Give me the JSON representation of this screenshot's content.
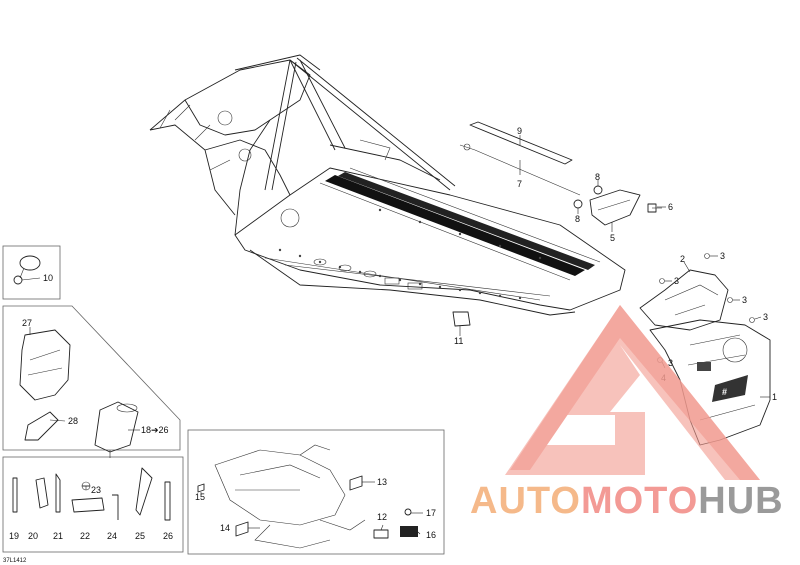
{
  "callouts": {
    "c1": "1",
    "c2": "2",
    "c3": "3",
    "c4": "4",
    "c5": "5",
    "c6": "6",
    "c7": "7",
    "c8": "8",
    "c9": "9",
    "c10": "10",
    "c11": "11",
    "c12": "12",
    "c13": "13",
    "c14": "14",
    "c15": "15",
    "c16": "16",
    "c17": "17",
    "c18": "18➔26",
    "c19": "19",
    "c20": "20",
    "c21": "21",
    "c22": "22",
    "c23": "23",
    "c24": "24",
    "c25": "25",
    "c26": "26",
    "c27": "27",
    "c28": "28"
  },
  "reference_code": "37L1412",
  "watermark": {
    "logo_name": "automotohub-triangle-logo",
    "text_part1": "AUTO",
    "text_part2": "MOTO",
    "text_part3": "HUB",
    "colors": {
      "auto": "#f5b98a",
      "moto": "#f39a95",
      "hub": "#9a9a9a",
      "triangle": "#f29a8f"
    }
  }
}
